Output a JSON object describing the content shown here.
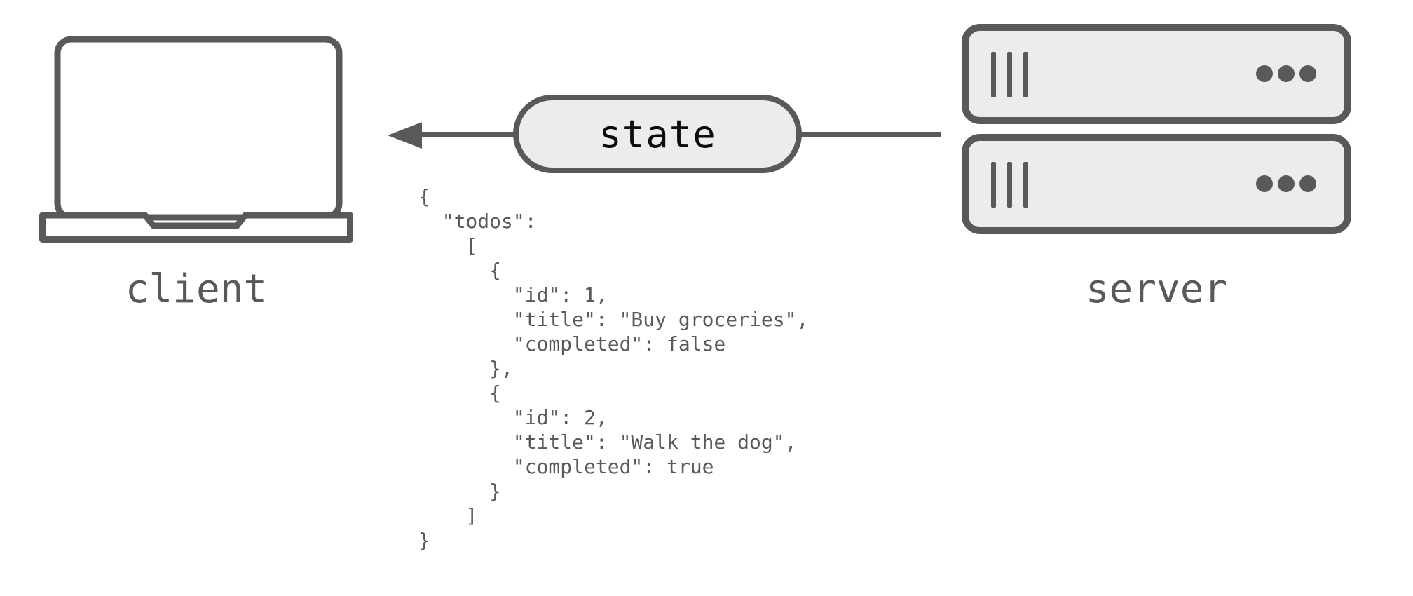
{
  "diagram": {
    "client_label": "client",
    "server_label": "server",
    "arrow_label": "state",
    "state_payload": "{\n  \"todos\":\n    [\n      {\n        \"id\": 1,\n        \"title\": \"Buy groceries\",\n        \"completed\": false\n      },\n      {\n        \"id\": 2,\n        \"title\": \"Walk the dog\",\n        \"completed\": true\n      }\n    ]\n}",
    "todos": [
      {
        "id": 1,
        "title": "Buy groceries",
        "completed": false
      },
      {
        "id": 2,
        "title": "Walk the dog",
        "completed": true
      }
    ],
    "icons": {
      "client": "laptop-icon",
      "server": "server-rack-icon",
      "arrow": "left-arrowhead-icon"
    },
    "colors": {
      "stroke": "#58595b",
      "fill_light": "#ececec",
      "label_text": "#58595b",
      "pill_text": "#0c0c0c",
      "background": "#ffffff"
    }
  }
}
